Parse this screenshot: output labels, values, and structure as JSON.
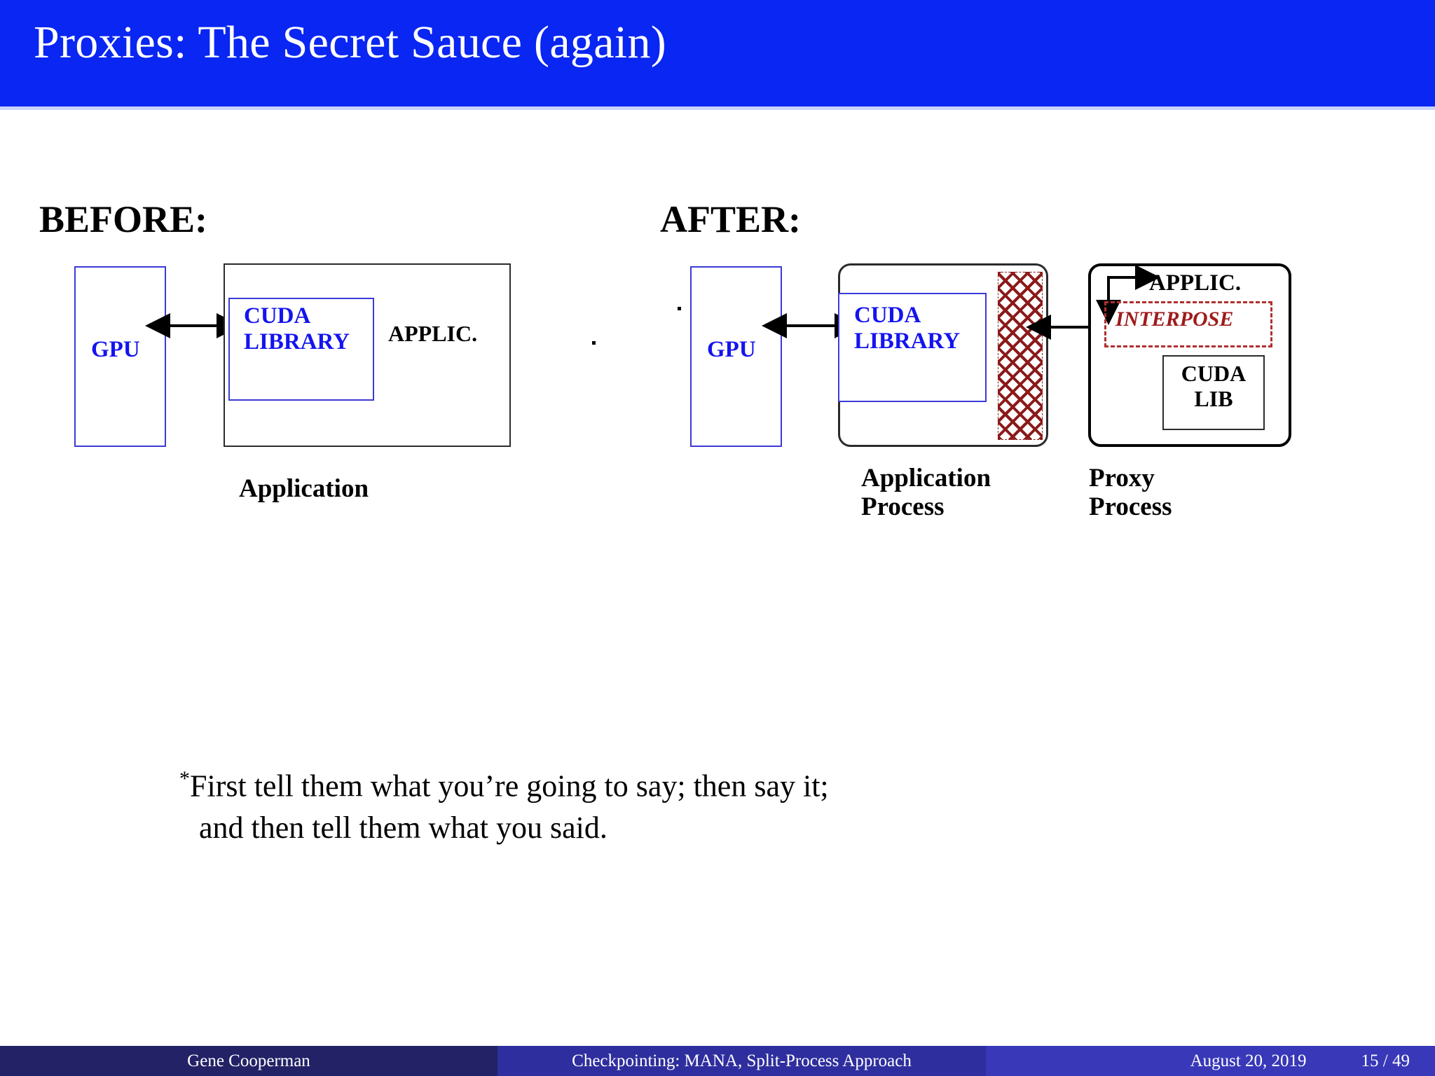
{
  "slide": {
    "title": "Proxies: The Secret Sauce (again)",
    "banner_color": "#0a26f2"
  },
  "before": {
    "heading": "BEFORE:",
    "gpu_label": "GPU",
    "cuda_library_label": "CUDA\nLIBRARY",
    "applic_label": "APPLIC.",
    "caption": "Application"
  },
  "after": {
    "heading": "AFTER:",
    "gpu_label": "GPU",
    "cuda_library_label": "CUDA\nLIBRARY",
    "app_caption": "Application\nProcess",
    "proxy_caption": "Proxy\nProcess",
    "proxy_applic_label": "APPLIC.",
    "proxy_interpose_label": "INTERPOSE",
    "proxy_cuda_lib_label": "CUDA\nLIB",
    "hatch_color": "#8b1a1a",
    "interpose_color": "#9e1b1b"
  },
  "footnote": {
    "marker": "*",
    "line1": "First tell them what you’re going to say; then say it;",
    "line2": "and then tell them what you said."
  },
  "footer": {
    "author": "Gene Cooperman",
    "subject": "Checkpointing: MANA, Split-Process Approach",
    "date": "August 20, 2019",
    "page": "15 / 49"
  }
}
